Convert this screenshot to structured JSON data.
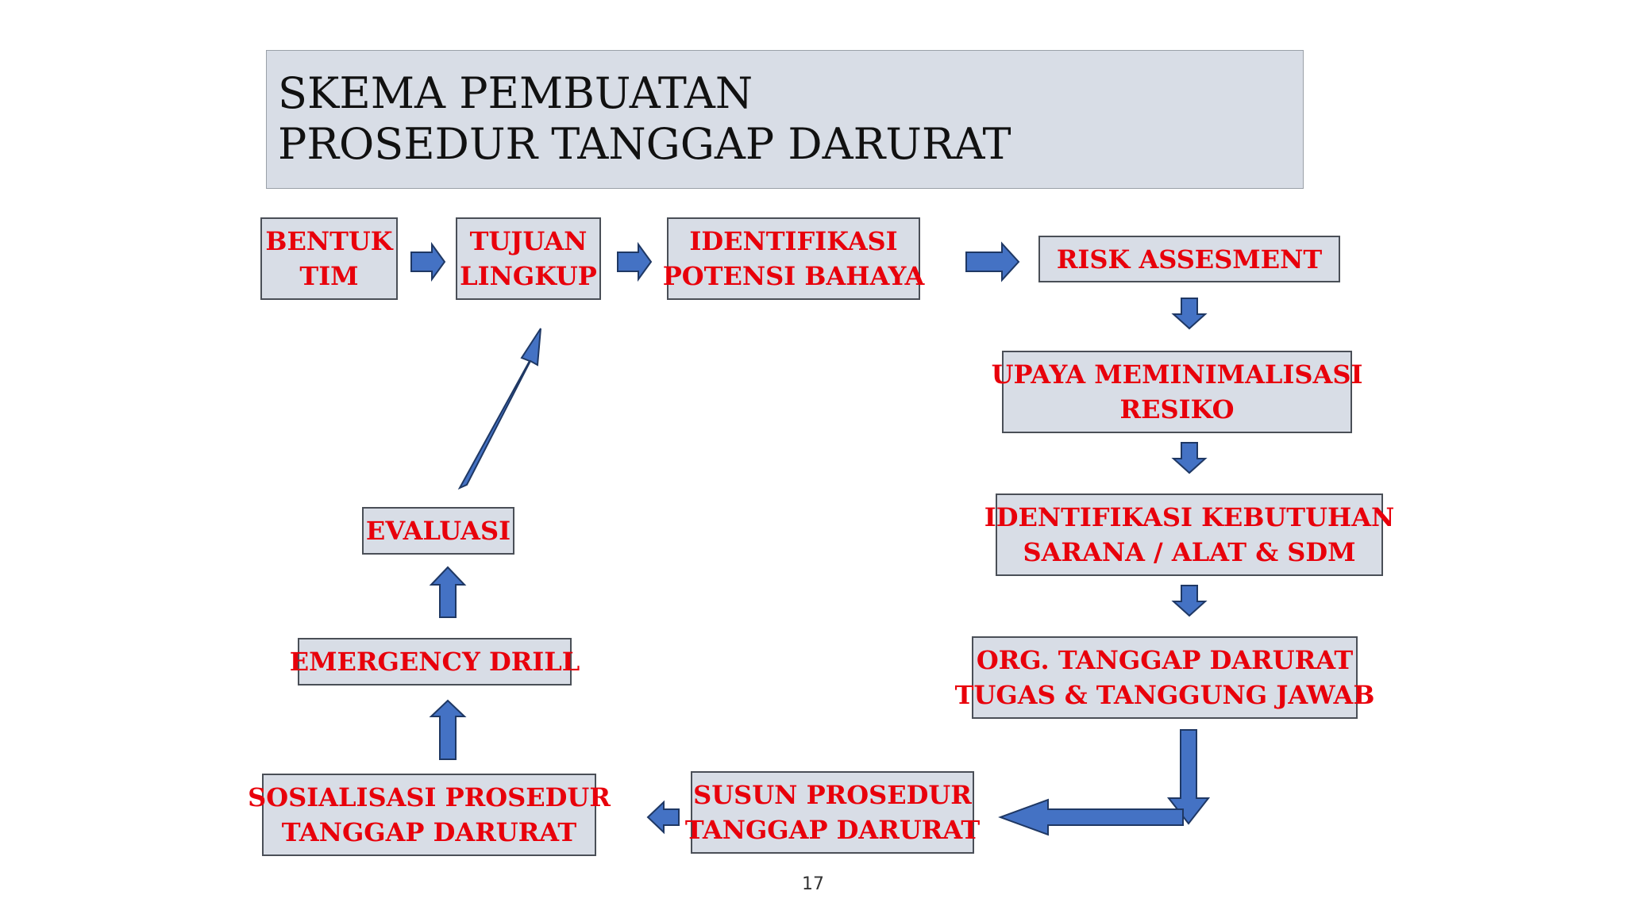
{
  "title": {
    "line1": "SKEMA PEMBUATAN",
    "line2": "PROSEDUR TANGGAP DARURAT"
  },
  "steps": {
    "bentuk_tim": [
      "BENTUK",
      "TIM"
    ],
    "tujuan_lingkup": [
      "TUJUAN",
      "LINGKUP"
    ],
    "identifikasi_potensi": [
      "IDENTIFIKASI",
      "POTENSI BAHAYA"
    ],
    "risk_assesment": [
      "RISK ASSESMENT"
    ],
    "upaya_meminimalisasi": [
      "UPAYA MEMINIMALISASI",
      "RESIKO"
    ],
    "identifikasi_kebutuhan": [
      "IDENTIFIKASI KEBUTUHAN",
      "SARANA / ALAT & SDM"
    ],
    "org_tanggap": [
      "ORG. TANGGAP DARURAT",
      "TUGAS & TANGGUNG JAWAB"
    ],
    "susun_prosedur": [
      "SUSUN PROSEDUR",
      "TANGGAP DARURAT"
    ],
    "sosialisasi_prosedur": [
      "SOSIALISASI PROSEDUR",
      "TANGGAP DARURAT"
    ],
    "emergency_drill": [
      "EMERGENCY DRILL"
    ],
    "evaluasi": [
      "EVALUASI"
    ]
  },
  "page_number": "17",
  "colors": {
    "box_fill": "#d8dde6",
    "box_text": "#e8000b",
    "arrow_fill": "#4472c4",
    "arrow_stroke": "#1f3864"
  }
}
